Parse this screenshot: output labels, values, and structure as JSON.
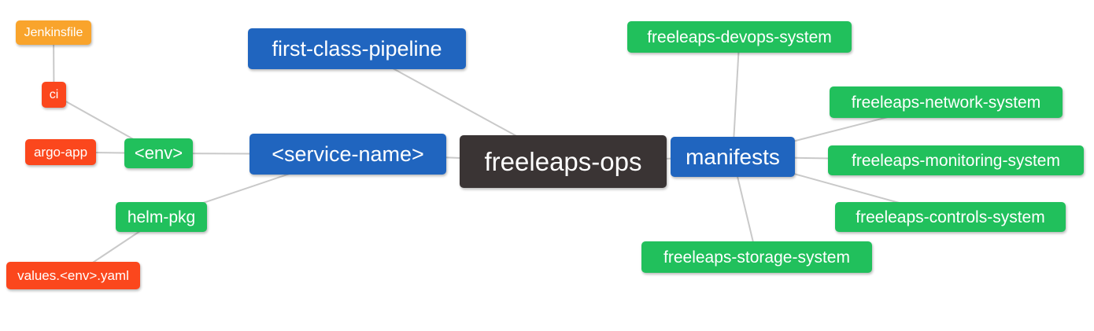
{
  "diagram": {
    "type": "mindmap",
    "root_id": "freeleaps-ops",
    "palette": {
      "root_bg": "#3a3434",
      "branch_bg": "#2065bf",
      "leaf_green_bg": "#21c05c",
      "leaf_red_bg": "#fb471d",
      "leaf_orange_bg": "#f9a42c",
      "edge": "#c9c9c9",
      "text": "#ffffff",
      "background": "#ffffff"
    },
    "nodes": [
      {
        "id": "jenkinsfile",
        "label": "Jenkinsfile",
        "role": "leaf-orange"
      },
      {
        "id": "ci",
        "label": "ci",
        "role": "leaf-red"
      },
      {
        "id": "argo-app",
        "label": "argo-app",
        "role": "leaf-red"
      },
      {
        "id": "env",
        "label": "<env>",
        "role": "leaf-green"
      },
      {
        "id": "helm-pkg",
        "label": "helm-pkg",
        "role": "leaf-green"
      },
      {
        "id": "values-env-yaml",
        "label": "values.<env>.yaml",
        "role": "leaf-red"
      },
      {
        "id": "first-class-pipeline",
        "label": "first-class-pipeline",
        "role": "branch"
      },
      {
        "id": "service-name",
        "label": "<service-name>",
        "role": "branch"
      },
      {
        "id": "freeleaps-ops",
        "label": "freeleaps-ops",
        "role": "root"
      },
      {
        "id": "manifests",
        "label": "manifests",
        "role": "branch"
      },
      {
        "id": "freeleaps-devops-system",
        "label": "freeleaps-devops-system",
        "role": "leaf-green"
      },
      {
        "id": "freeleaps-network-system",
        "label": "freeleaps-network-system",
        "role": "leaf-green"
      },
      {
        "id": "freeleaps-monitoring-system",
        "label": "freeleaps-monitoring-system",
        "role": "leaf-green"
      },
      {
        "id": "freeleaps-controls-system",
        "label": "freeleaps-controls-system",
        "role": "leaf-green"
      },
      {
        "id": "freeleaps-storage-system",
        "label": "freeleaps-storage-system",
        "role": "leaf-green"
      }
    ],
    "edges": [
      {
        "from": "jenkinsfile",
        "to": "ci"
      },
      {
        "from": "ci",
        "to": "env"
      },
      {
        "from": "argo-app",
        "to": "env"
      },
      {
        "from": "env",
        "to": "service-name"
      },
      {
        "from": "helm-pkg",
        "to": "service-name"
      },
      {
        "from": "values-env-yaml",
        "to": "helm-pkg"
      },
      {
        "from": "first-class-pipeline",
        "to": "freeleaps-ops"
      },
      {
        "from": "service-name",
        "to": "freeleaps-ops"
      },
      {
        "from": "freeleaps-ops",
        "to": "manifests"
      },
      {
        "from": "manifests",
        "to": "freeleaps-devops-system"
      },
      {
        "from": "manifests",
        "to": "freeleaps-network-system"
      },
      {
        "from": "manifests",
        "to": "freeleaps-monitoring-system"
      },
      {
        "from": "manifests",
        "to": "freeleaps-controls-system"
      },
      {
        "from": "manifests",
        "to": "freeleaps-storage-system"
      }
    ]
  }
}
